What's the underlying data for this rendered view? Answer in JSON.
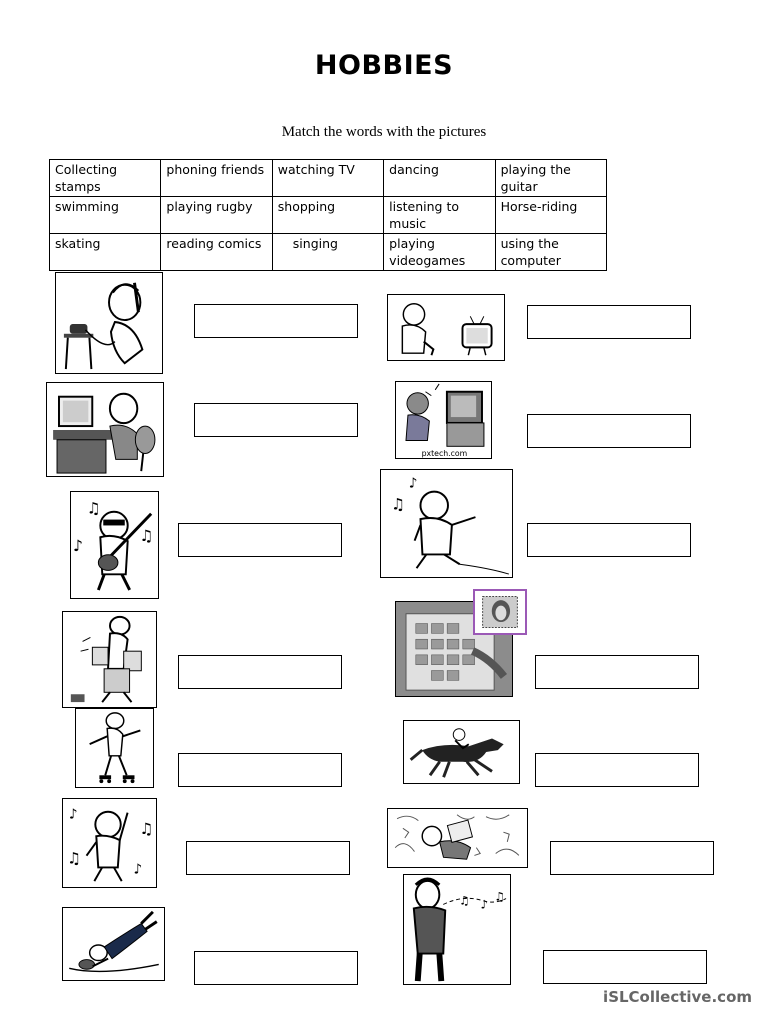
{
  "title": "HOBBIES",
  "instruction": "Match the words with the pictures",
  "word_table": [
    [
      "Collecting stamps",
      "phoning friends",
      "watching TV",
      "dancing",
      "playing the guitar"
    ],
    [
      "swimming",
      "playing rugby",
      "shopping",
      "listening to music",
      "Horse-riding"
    ],
    [
      "skating",
      "reading comics",
      "singing",
      "playing videogames",
      "using the computer"
    ]
  ],
  "pictures": [
    {
      "icon": "phoning-friends-picture"
    },
    {
      "icon": "watching-tv-picture"
    },
    {
      "icon": "using-computer-picture"
    },
    {
      "icon": "playing-videogames-picture"
    },
    {
      "icon": "playing-guitar-picture"
    },
    {
      "icon": "singing-picture"
    },
    {
      "icon": "shopping-picture"
    },
    {
      "icon": "collecting-stamps-picture"
    },
    {
      "icon": "skating-picture"
    },
    {
      "icon": "horse-riding-picture"
    },
    {
      "icon": "dancing-picture"
    },
    {
      "icon": "reading-comics-picture"
    },
    {
      "icon": "playing-rugby-picture"
    },
    {
      "icon": "listening-to-music-picture"
    }
  ],
  "picture_caption": "pxtech.com",
  "footer": "iSLCollective.com"
}
